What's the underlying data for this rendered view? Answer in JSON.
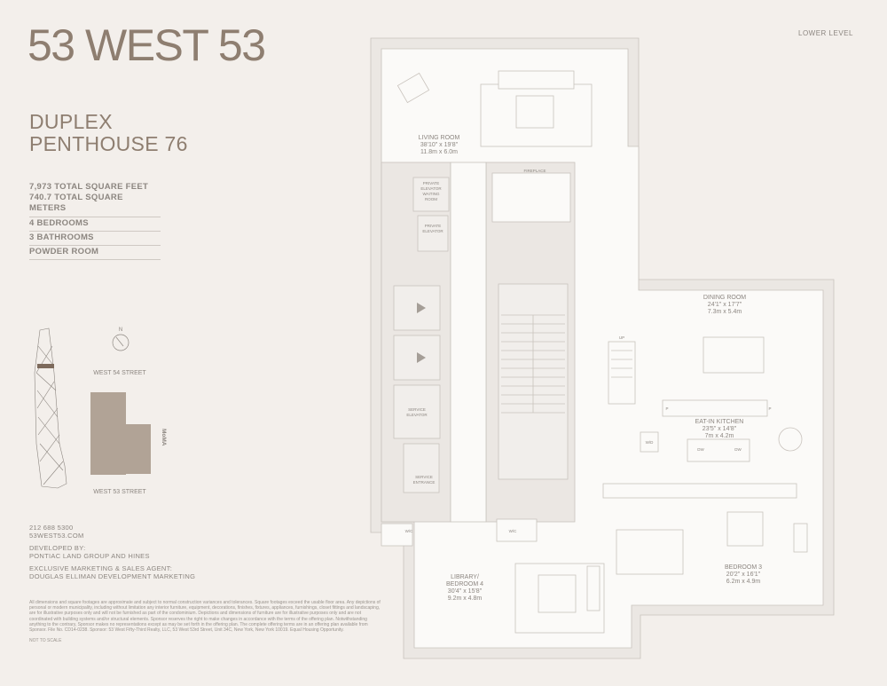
{
  "brand": {
    "title": "53 WEST 53"
  },
  "unit": {
    "line1": "DUPLEX",
    "line2": "PENTHOUSE 76"
  },
  "level": "LOWER LEVEL",
  "stats": [
    "7,973 TOTAL SQUARE FEET",
    "740.7 TOTAL SQUARE METERS",
    "4 BEDROOMS",
    "3 BATHROOMS",
    "POWDER ROOM"
  ],
  "site_map": {
    "north": "N",
    "street_top": "WEST 54 STREET",
    "street_bottom": "WEST 53 STREET",
    "neighbor": "MoMA"
  },
  "contact": {
    "phone": "212 688 5300",
    "website": "53WEST53.COM",
    "developed_by_label": "DEVELOPED BY:",
    "developer": "PONTIAC LAND GROUP AND HINES",
    "agent_label": "EXCLUSIVE MARKETING & SALES AGENT:",
    "agent": "DOUGLAS ELLIMAN DEVELOPMENT MARKETING"
  },
  "legal": "All dimensions and square footages are approximate and subject to normal construction variances and tolerances. Square footages exceed the usable floor area. Any depictions of personal or modern municipality, including without limitation any interior furniture, equipment, decorations, finishes, fixtures, appliances, furnishings, closet fittings and landscaping, are for illustrative purposes only and will not be furnished as part of the condominium. Depictions and dimensions of furniture are for illustrative purposes only and are not coordinated with building systems and/or structural elements. Sponsor reserves the right to make changes in accordance with the terms of the offering plan. Notwithstanding anything to the contrary, Sponsor makes no representations except as may be set forth in the offering plan. The complete offering terms are in an offering plan available from Sponsor. File No. CD14-0238. Sponsor: 53 West Fifty-Third Realty, LLC, 53 West 53rd Street, Unit 34C, New York, New York 10019. Equal Housing Opportunity.",
  "not_to_scale": "NOT TO SCALE",
  "rooms": {
    "living": {
      "name": "LIVING ROOM",
      "imperial": "38'10\" x 19'8\"",
      "metric": "11.8m x 6.0m"
    },
    "dining": {
      "name": "DINING ROOM",
      "imperial": "24'1\" x 17'7\"",
      "metric": "7.3m x 5.4m"
    },
    "kitchen": {
      "name": "EAT-IN KITCHEN",
      "imperial": "23'5\" x 14'8\"",
      "metric": "7m x 4.2m"
    },
    "library": {
      "name1": "LIBRARY/",
      "name2": "BEDROOM 4",
      "imperial": "30'4\" x 15'8\"",
      "metric": "9.2m x 4.8m"
    },
    "bedroom3": {
      "name": "BEDROOM 3",
      "imperial": "20'2\" x 16'1\"",
      "metric": "6.2m x 4.9m"
    }
  },
  "plan_labels": {
    "fireplace": "FIREPLACE",
    "waiting1": "PRIVATE",
    "waiting2": "ELEVATOR",
    "waiting3": "WAITING",
    "waiting4": "ROOM",
    "priv_elev1": "PRIVATE",
    "priv_elev2": "ELEVATOR",
    "svc_elev1": "SERVICE",
    "svc_elev2": "ELEVATOR",
    "svc_ent1": "SERVICE",
    "svc_ent2": "ENTRANCE",
    "wic": "W/C",
    "up": "UP",
    "wd": "W/D",
    "dw": "DW",
    "p": "P"
  }
}
